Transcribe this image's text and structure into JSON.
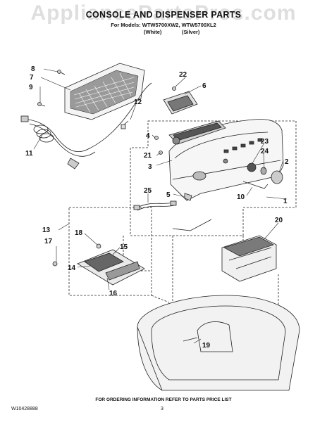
{
  "watermark": "AppliancePartsPros.com",
  "header": {
    "title": "CONSOLE AND DISPENSER PARTS",
    "models_line": "For Models: WTW5700XW2, WTW5700XL2",
    "color_white": "(White)",
    "color_silver": "(Silver)"
  },
  "callouts": [
    "1",
    "2",
    "3",
    "4",
    "5",
    "6",
    "7",
    "8",
    "9",
    "10",
    "11",
    "12",
    "13",
    "14",
    "15",
    "16",
    "17",
    "18",
    "19",
    "20",
    "21",
    "22",
    "23",
    "24",
    "25"
  ],
  "footer": {
    "ordering_note": "FOR ORDERING INFORMATION REFER TO PARTS PRICE LIST",
    "doc_number": "W10428888",
    "page_number": "3"
  }
}
